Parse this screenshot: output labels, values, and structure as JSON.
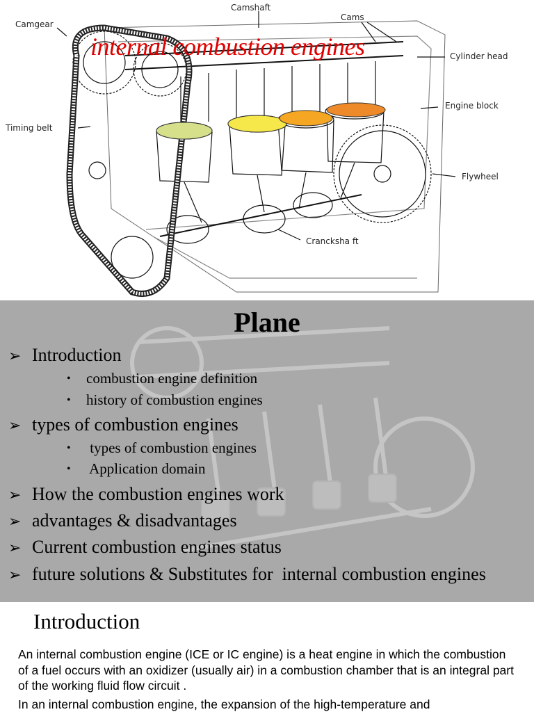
{
  "slide1": {
    "title": "internal combustion engines",
    "labels": {
      "camshaft": "Camshaft",
      "cams": "Cams",
      "camgear": "Camgear",
      "cylinder_head": "Cylinder head",
      "engine_block": "Engine block",
      "timing_belt": "Timing belt",
      "flywheel": "Flywheel",
      "crankshaft": "Crancksha ft"
    },
    "colors": {
      "title": "#e00000",
      "piston_green": "#d6e08a",
      "piston_yellow": "#f6e84a",
      "piston_orange": "#f5a623",
      "piston_dark_orange": "#ef8a2a"
    }
  },
  "slide2": {
    "title": "Plane",
    "items": [
      {
        "label": "Introduction",
        "subitems": [
          "combustion engine definition",
          "history of combustion engines"
        ]
      },
      {
        "label": "types of combustion engines",
        "subitems": [
          " types of combustion engines",
          " Application domain"
        ]
      },
      {
        "label": "How the combustion engines work",
        "subitems": []
      },
      {
        "label": "advantages & disadvantages",
        "subitems": []
      },
      {
        "label": "Current combustion engines status",
        "subitems": []
      },
      {
        "label": "future solutions & Substitutes for  internal combustion engines",
        "subitems": []
      }
    ],
    "bullet_arrow": "➢",
    "bullet_dot": "•",
    "background": "#a9a9a9"
  },
  "slide3": {
    "title": "Introduction",
    "paragraphs": [
      "An internal combustion engine (ICE or IC engine) is a heat engine in which the combustion of a fuel occurs with an oxidizer (usually air) in a combustion chamber that is an integral part of the working fluid flow circuit .",
      " In an internal combustion engine, the expansion of the high-temperature and"
    ]
  }
}
